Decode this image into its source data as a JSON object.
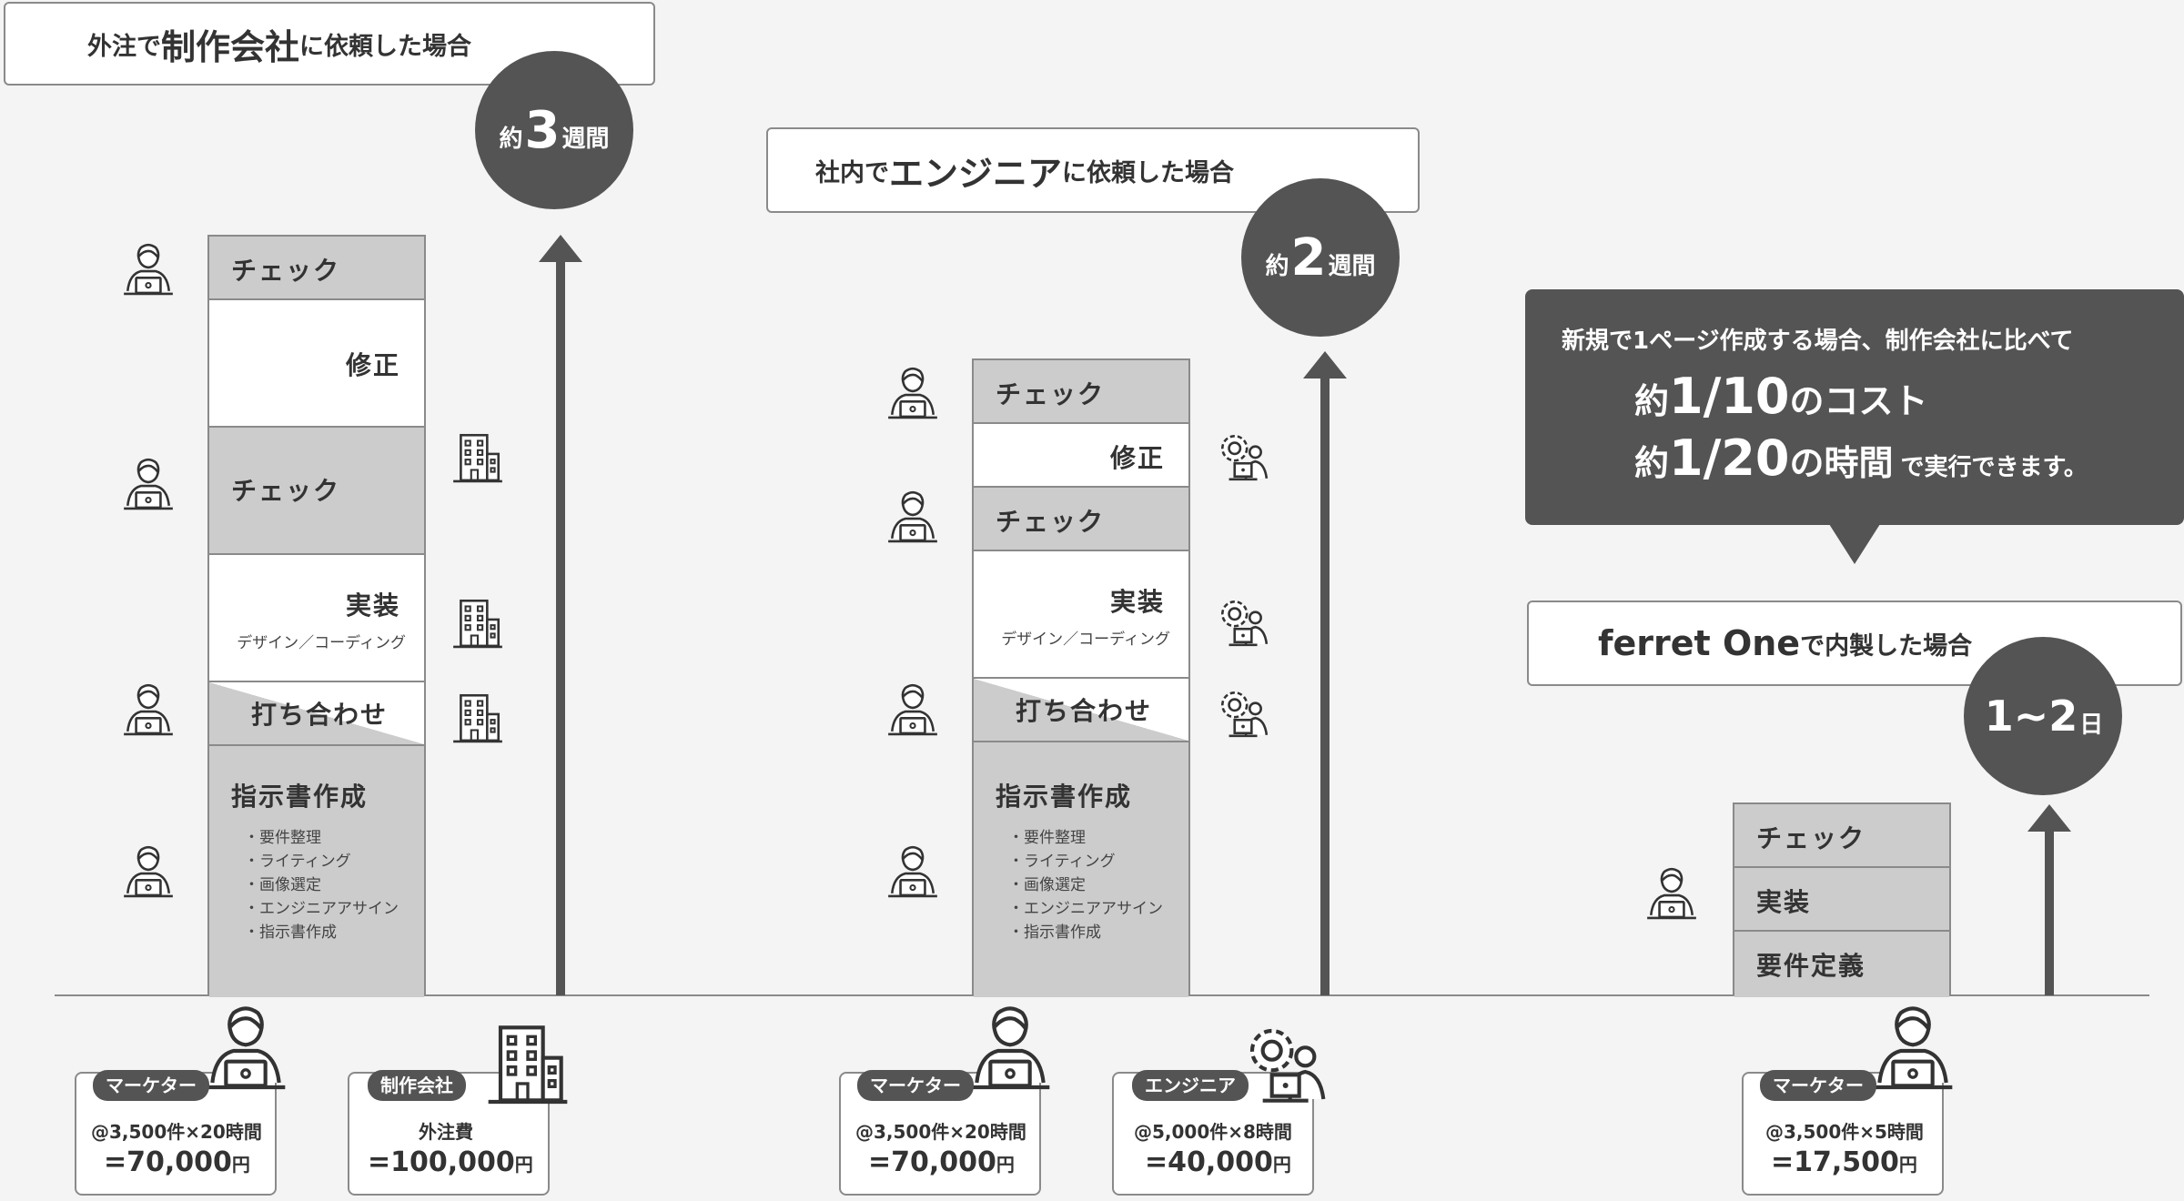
{
  "outsource": {
    "title_pre": "外注で",
    "title_big": "制作会社",
    "title_post": "に依頼した場合",
    "duration_pre": "約",
    "duration_num": "3",
    "duration_unit": "週間",
    "steps": {
      "check1": "チェック",
      "fix": "修正",
      "check2": "チェック",
      "impl": "実装",
      "impl_sub": "デザイン／コーディング",
      "meeting": "打ち合わせ",
      "brief": "指示書作成",
      "brief_items": [
        "・要件整理",
        "・ライティング",
        "・画像選定",
        "・エンジニアアサイン",
        "・指示書作成"
      ]
    },
    "costs": [
      {
        "role": "マーケター",
        "line1": "@3,500件×20時間",
        "amount": "=70,000",
        "yen": "円"
      },
      {
        "role": "制作会社",
        "line1": "外注費",
        "amount": "=100,000",
        "yen": "円"
      }
    ]
  },
  "inhouse_engineer": {
    "title_pre": "社内で",
    "title_big": "エンジニア",
    "title_post": "に依頼した場合",
    "duration_pre": "約",
    "duration_num": "2",
    "duration_unit": "週間",
    "steps": {
      "check1": "チェック",
      "fix": "修正",
      "check2": "チェック",
      "impl": "実装",
      "impl_sub": "デザイン／コーディング",
      "meeting": "打ち合わせ",
      "brief": "指示書作成",
      "brief_items": [
        "・要件整理",
        "・ライティング",
        "・画像選定",
        "・エンジニアアサイン",
        "・指示書作成"
      ]
    },
    "costs": [
      {
        "role": "マーケター",
        "line1": "@3,500件×20時間",
        "amount": "=70,000",
        "yen": "円"
      },
      {
        "role": "エンジニア",
        "line1": "@5,000件×8時間",
        "amount": "=40,000",
        "yen": "円"
      }
    ]
  },
  "ferret": {
    "title_big": "ferret One",
    "title_post": "で内製した場合",
    "duration_num": "1~2",
    "duration_unit": "日",
    "steps": {
      "check": "チェック",
      "impl": "実装",
      "req": "要件定義"
    },
    "costs": [
      {
        "role": "マーケター",
        "line1": "@3,500件×5時間",
        "amount": "=17,500",
        "yen": "円"
      }
    ]
  },
  "bubble": {
    "line1": "新規で1ページ作成する場合、制作会社に比べて",
    "a_pre": "約",
    "a_num": "1/10",
    "a_post": "のコスト",
    "b_pre": "約",
    "b_num": "1/20",
    "b_mid": "の時間",
    "b_post": "で実行できます。"
  },
  "colors": {
    "dark": "#545454",
    "gray_fill": "#cccccc",
    "border": "#8a8a8a",
    "bg": "#f4f4f4"
  },
  "icons": [
    "person-laptop-icon",
    "building-icon",
    "gear-person-icon"
  ]
}
